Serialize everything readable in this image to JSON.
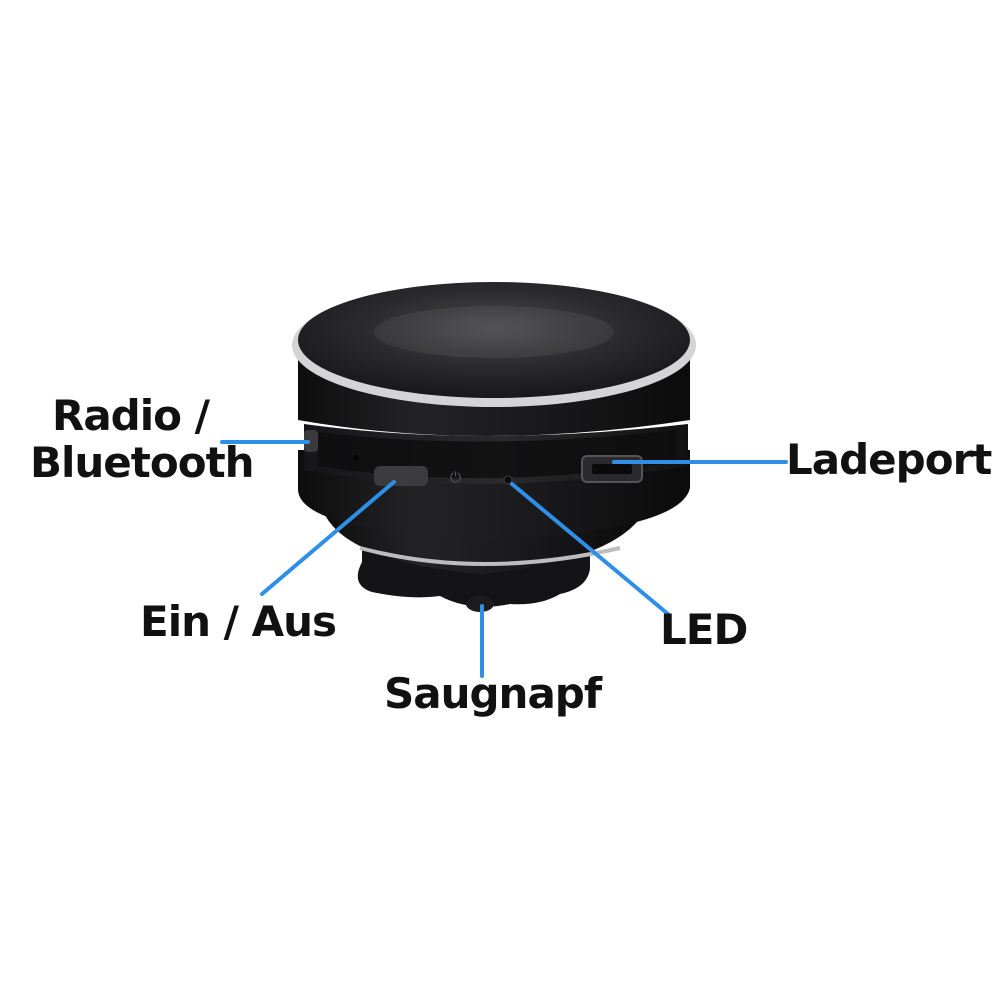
{
  "labels": {
    "radio_line1": "Radio /",
    "radio_line2": "Bluetooth",
    "ladeport": "Ladeport",
    "ein_aus": "Ein / Aus",
    "led": "LED",
    "saugnapf": "Saugnapf"
  },
  "colors": {
    "callout_line": "#2f8fe6",
    "body_dark": "#1a1a1c",
    "top_disc": "#2a2a2d",
    "silver_rim": "#cfcfd2",
    "label_text": "#111111"
  }
}
